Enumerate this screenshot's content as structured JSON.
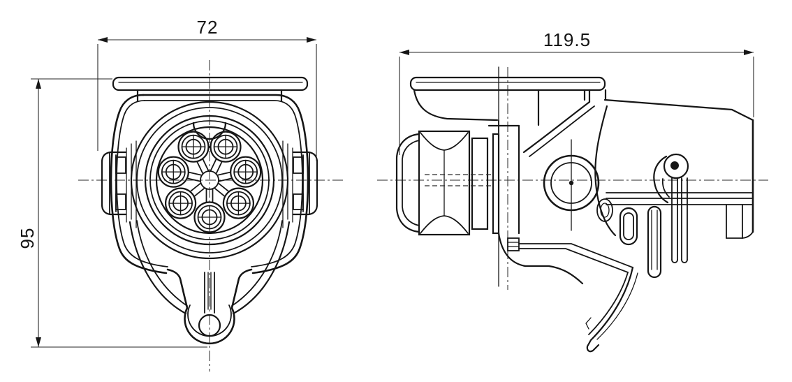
{
  "drawing": {
    "subject": "trailer-socket-two-view-technical-drawing",
    "background_color": "#ffffff",
    "line_color": "#161616"
  },
  "dims": {
    "front_width": "72",
    "front_height": "95",
    "side_length": "119.5"
  }
}
